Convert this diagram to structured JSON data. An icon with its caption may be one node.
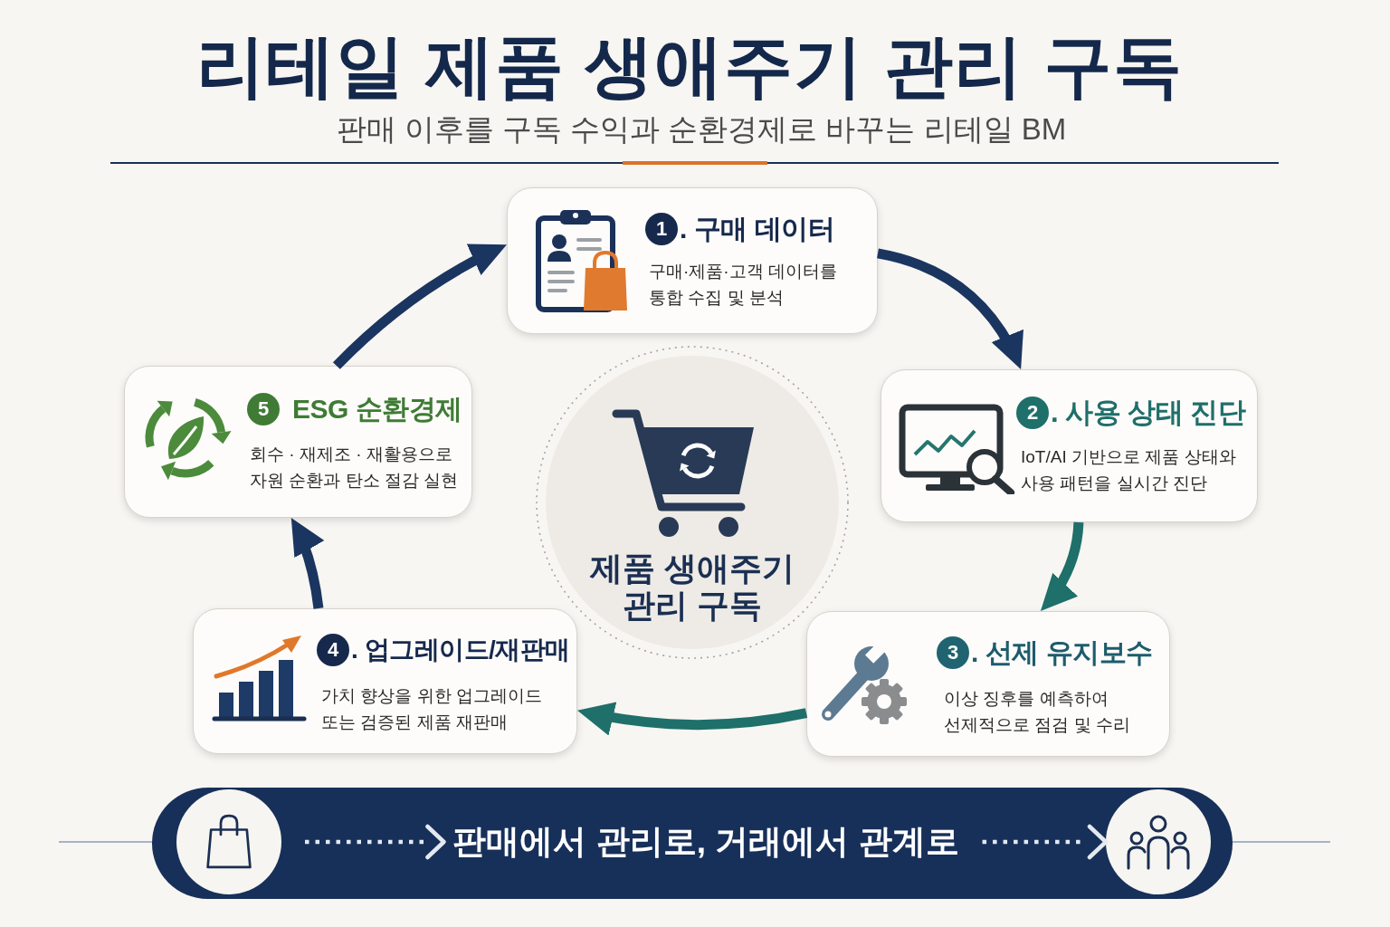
{
  "diagram": {
    "title": "리테일 제품 생애주기 관리 구독",
    "nodes": [
      {
        "text": [
          ". 구매 데이터",
          "구매·제품·고객 데이터를 통합 수집 및 분석"
        ]
      },
      {
        "text": [
          "1"
        ],
        "in": 0
      },
      {
        "text": [
          "ESG 순환경제",
          "회수 · 재제조 · 재활용으로 자원 순환과 탄소 절감 실현"
        ]
      },
      {
        "text": [
          "5"
        ],
        "in": 2
      },
      {
        "text": [
          "제품 생애주기 관리 구독"
        ]
      },
      {
        "text": [
          ". 사용 상태 진단",
          "IoT/AI 기반으로 제품 상태와 사용 패턴을 실시간 진단"
        ]
      },
      {
        "text": [
          "2"
        ],
        "in": 5
      },
      {
        "text": [
          ". 업그레이드/재판매",
          "가치 향상을 위한 업그레이드 또는 검증된 제품 재판매"
        ]
      },
      {
        "text": [
          "4"
        ],
        "in": 7
      },
      {
        "text": [
          ". 선제 유지보수",
          "이상 징후를 예측하여 선제적으로 점검 및 수리"
        ]
      },
      {
        "text": [
          "3"
        ],
        "in": 9
      },
      {
        "text": [],
        "shape": "bar"
      },
      {
        "text": [],
        "shape": "circle",
        "in": 11
      },
      {
        "text": [
          "판매에서 관리로, 거래에서 관계로"
        ],
        "in": 11
      },
      {
        "text": [],
        "shape": "circle",
        "in": 11
      }
    ],
    "edges": [
      {
        "from": 0,
        "to": 5,
        "arrow": "to"
      },
      {
        "from": 5,
        "to": 9,
        "arrow": "to",
        "color": "#1f6f6a"
      },
      {
        "from": 9,
        "to": 7,
        "arrow": "to",
        "color": "#1f6f6a"
      },
      {
        "from": 7,
        "to": 2,
        "arrow": "to"
      },
      {
        "from": 2,
        "to": 0,
        "arrow": "to"
      },
      {
        "from": 12,
        "to": 13,
        "arrow": "to",
        "style": "dashed",
        "color": "#e4e9f1"
      },
      {
        "from": 13,
        "to": 14,
        "arrow": "to",
        "style": "dashed",
        "color": "#e4e9f1"
      }
    ],
    "labels": [
      "판매 이후를 구독 수익과 순환경제로 바꾸는 리테일 BM"
    ]
  }
}
